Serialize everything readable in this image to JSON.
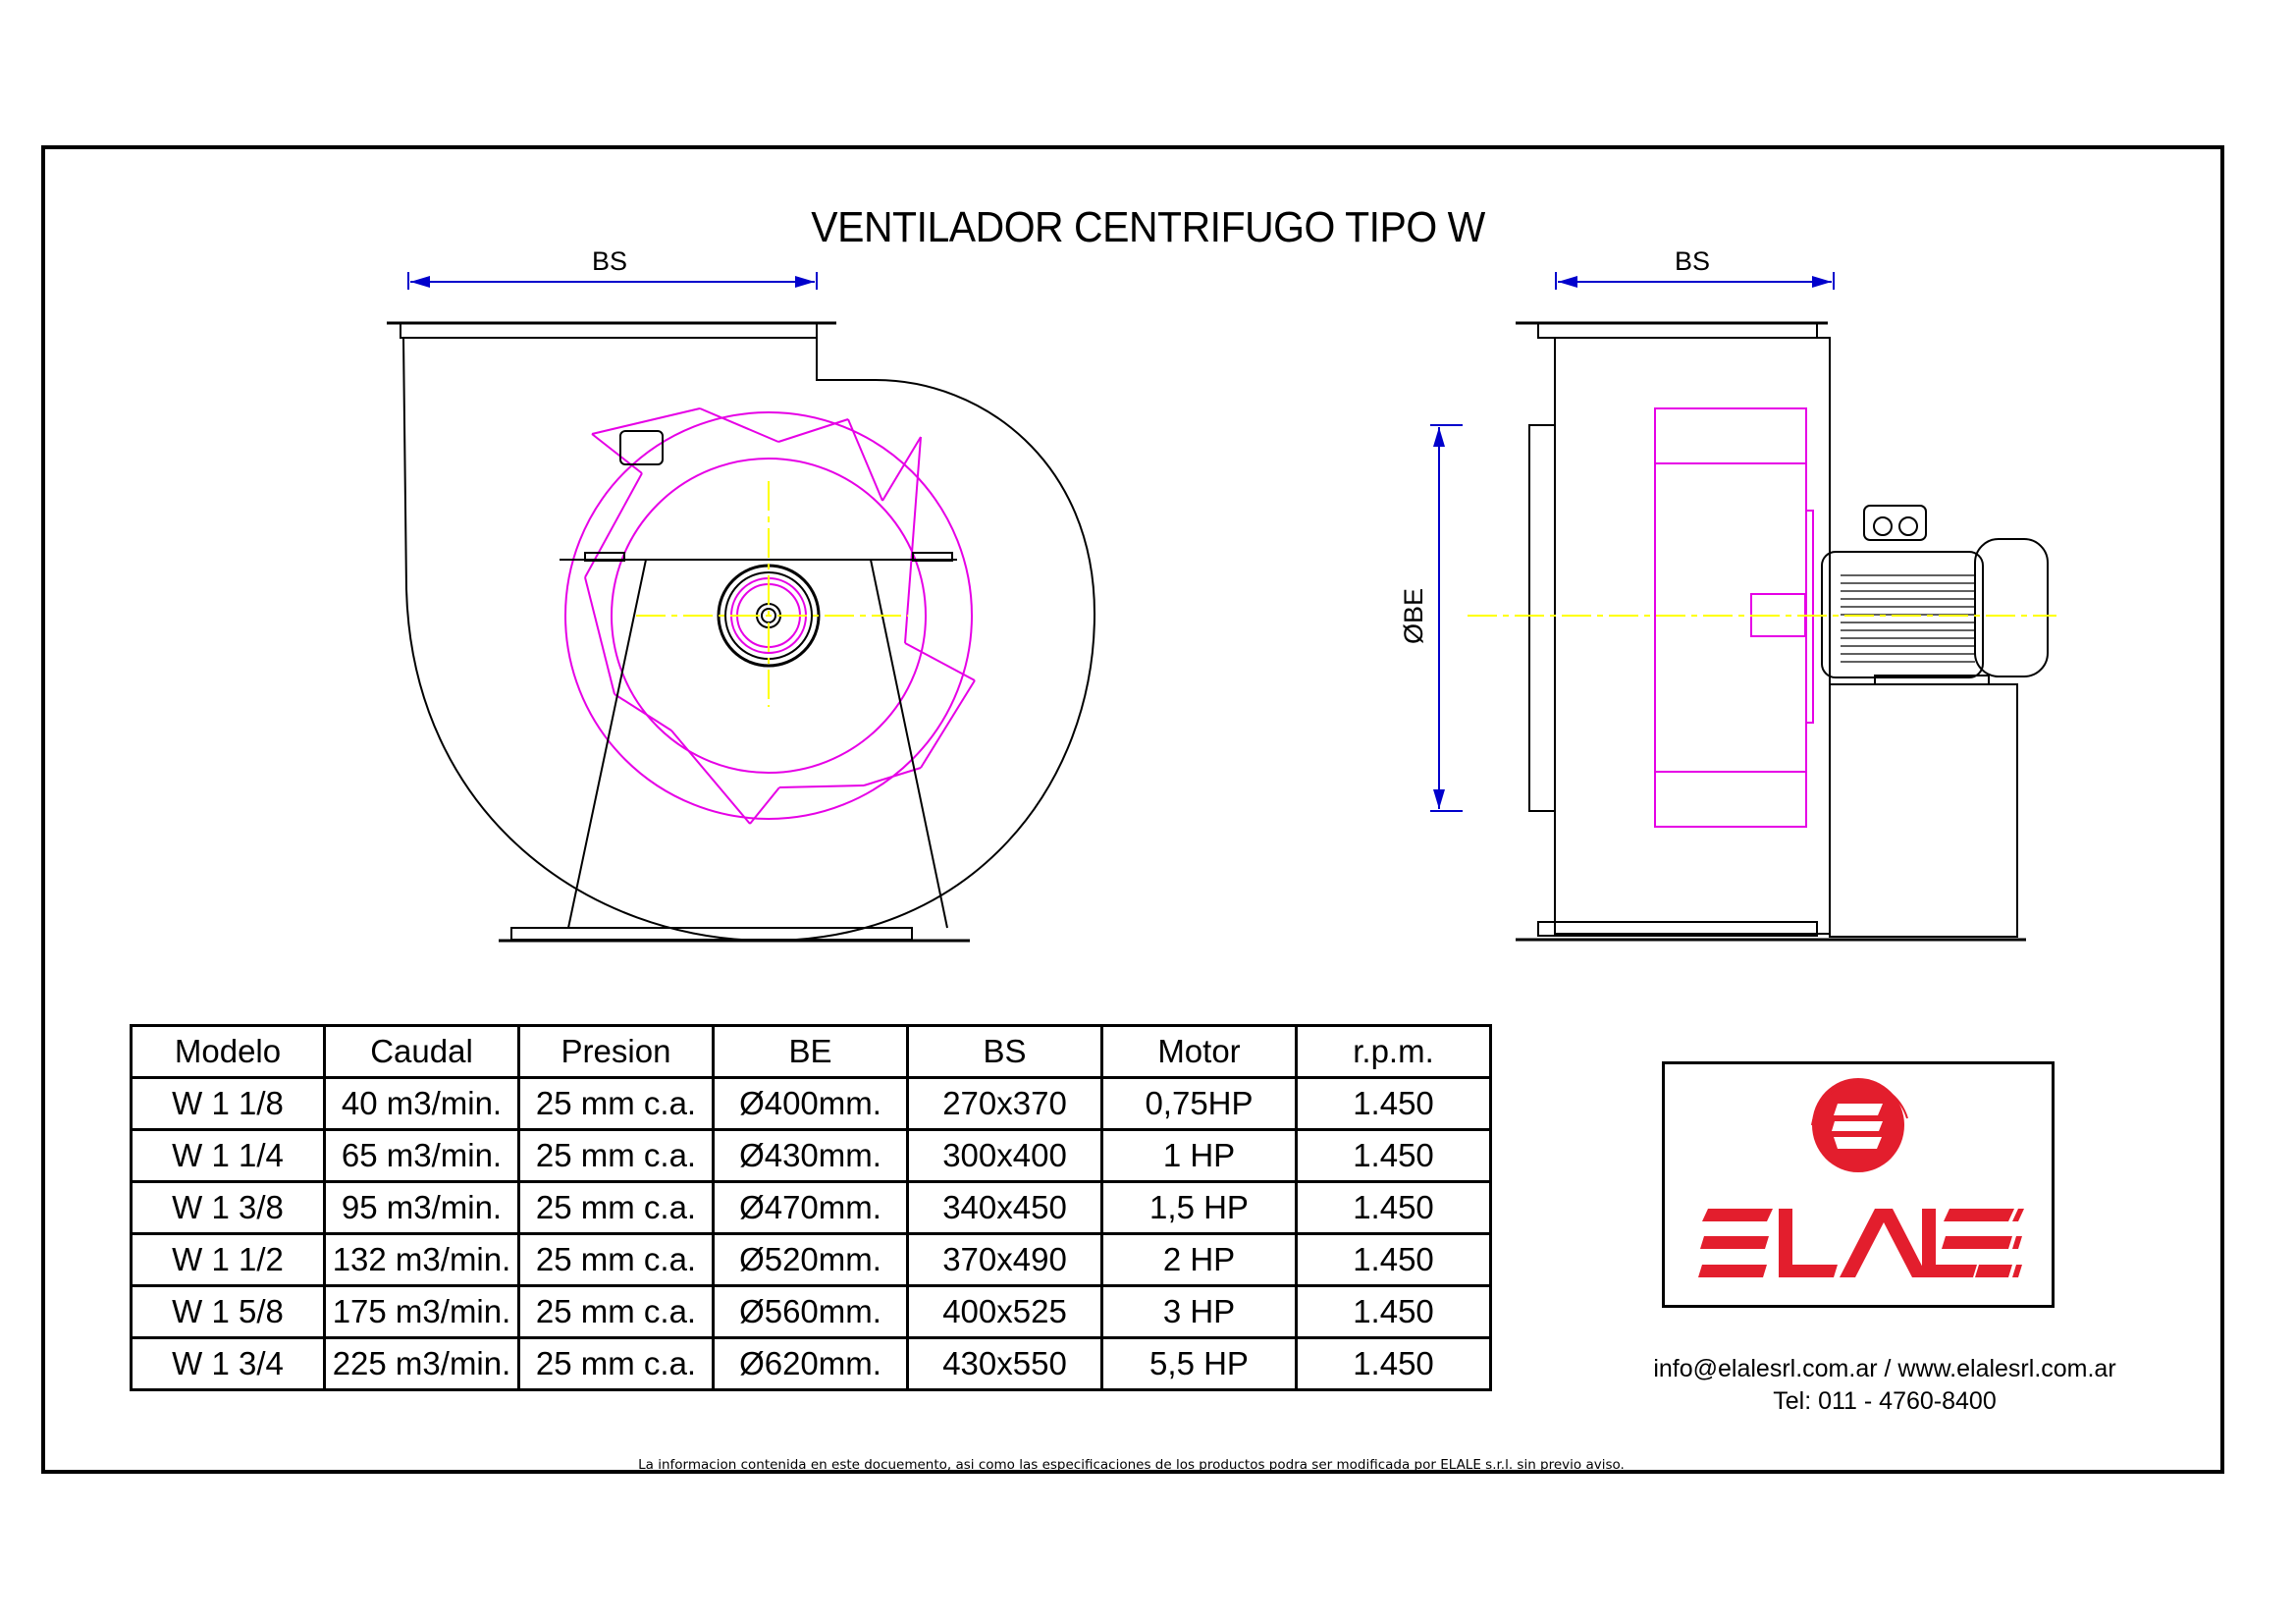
{
  "document": {
    "title": "VENTILADOR CENTRIFUGO TIPO W",
    "footnote": "La informacion contenida en este docuemento, asi como las especificaciones de los productos podra ser modificada por ELALE s.r.l. sin previo aviso."
  },
  "drawings": {
    "front_view": {
      "dimension_label": "BS"
    },
    "side_view": {
      "dimension_top_label": "BS",
      "dimension_side_label": "ØBE"
    },
    "colors": {
      "outline": "#000000",
      "impeller": "#E600E6",
      "dimension": "#0000CC",
      "centerline": "#FFFF00"
    }
  },
  "spec_table": {
    "headers": [
      "Modelo",
      "Caudal",
      "Presion",
      "BE",
      "BS",
      "Motor",
      "r.p.m."
    ],
    "rows": [
      [
        "W 1 1/8",
        "40 m3/min.",
        "25 mm c.a.",
        "Ø400mm.",
        "270x370",
        "0,75HP",
        "1.450"
      ],
      [
        "W 1 1/4",
        "65 m3/min.",
        "25 mm c.a.",
        "Ø430mm.",
        "300x400",
        "1 HP",
        "1.450"
      ],
      [
        "W 1 3/8",
        "95 m3/min.",
        "25 mm c.a.",
        "Ø470mm.",
        "340x450",
        "1,5 HP",
        "1.450"
      ],
      [
        "W 1 1/2",
        "132 m3/min.",
        "25 mm c.a.",
        "Ø520mm.",
        "370x490",
        "2 HP",
        "1.450"
      ],
      [
        "W 1 5/8",
        "175 m3/min.",
        "25 mm c.a.",
        "Ø560mm.",
        "400x525",
        "3 HP",
        "1.450"
      ],
      [
        "W 1 3/4",
        "225 m3/min.",
        "25 mm c.a.",
        "Ø620mm.",
        "430x550",
        "5,5 HP",
        "1.450"
      ]
    ]
  },
  "brand": {
    "logo_text": "ELALE",
    "logo_color": "#E31E2D",
    "contact_line": "info@elalesrl.com.ar / www.elalesrl.com.ar",
    "phone_line": "Tel: 011 - 4760-8400"
  }
}
